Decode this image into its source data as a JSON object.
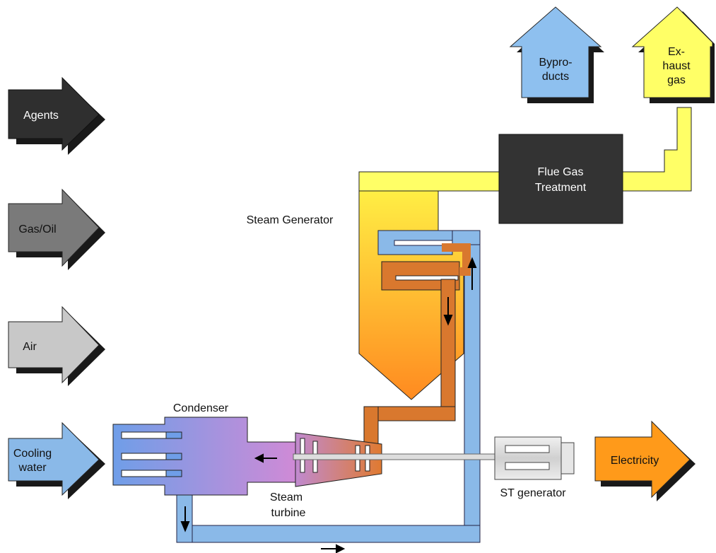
{
  "colors": {
    "agents": "#2f2f2f",
    "gas_oil": "#7a7a7a",
    "air": "#c8c8c8",
    "cooling_water": "#8ab9e8",
    "byproducts": "#8ec0ef",
    "exhaust_gas": "#ffff66",
    "electricity": "#ff9a1a",
    "flue_gas_box": "#333333",
    "flue_duct": "#ffff66",
    "water_pipe": "#8ab9e8",
    "steam_pipe": "#d9782e",
    "turbine": "#d98060",
    "condenser_left": "#7aa6e8",
    "condenser_right": "#c08ad8",
    "generator": "#d8d8d8",
    "shaft": "#cccccc"
  },
  "inputs": {
    "agents": "Agents",
    "gas_oil": "Gas/Oil",
    "air": "Air",
    "cooling_water_line1": "Cooling",
    "cooling_water_line2": "water"
  },
  "outputs": {
    "byproducts_line1": "Bypro-",
    "byproducts_line2": "ducts",
    "exhaust_line1": "Ex-",
    "exhaust_line2": "haust",
    "exhaust_line3": "gas",
    "electricity": "Electricity"
  },
  "components": {
    "flue_gas_line1": "Flue Gas",
    "flue_gas_line2": "Treatment",
    "steam_generator": "Steam Generator",
    "condenser": "Condenser",
    "steam_turbine_line1": "Steam",
    "steam_turbine_line2": "turbine",
    "st_generator": "ST generator"
  }
}
